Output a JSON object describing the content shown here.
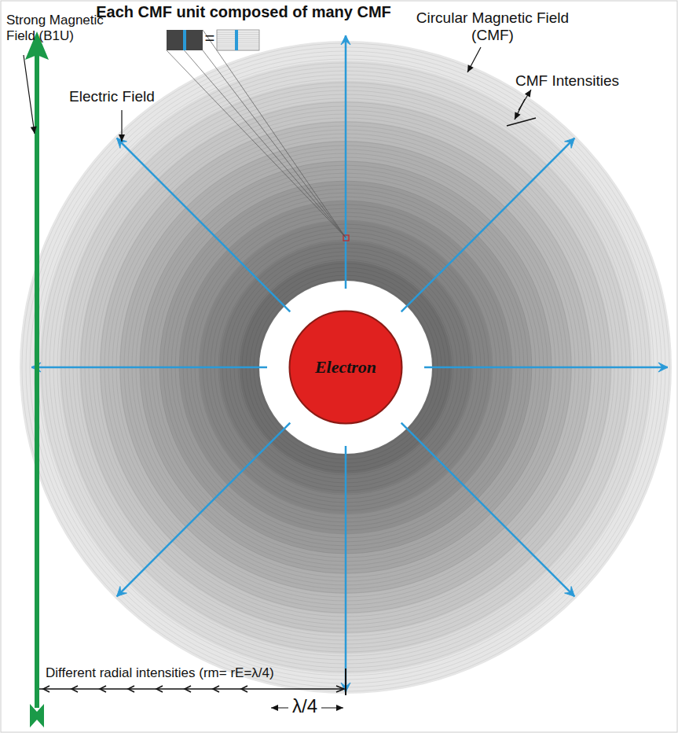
{
  "diagram": {
    "nodes": [
      {
        "text": [
          "Electron"
        ]
      }
    ],
    "labels": [
      "Each CMF unit composed of many CMF",
      "Circular Magnetic Field (CMF)",
      "CMF Intensities",
      "Strong Magnetic Field (B1U)",
      "Electric Field",
      "Different radial intensities (rm= rE=λ/4)",
      "λ/4",
      "="
    ]
  }
}
